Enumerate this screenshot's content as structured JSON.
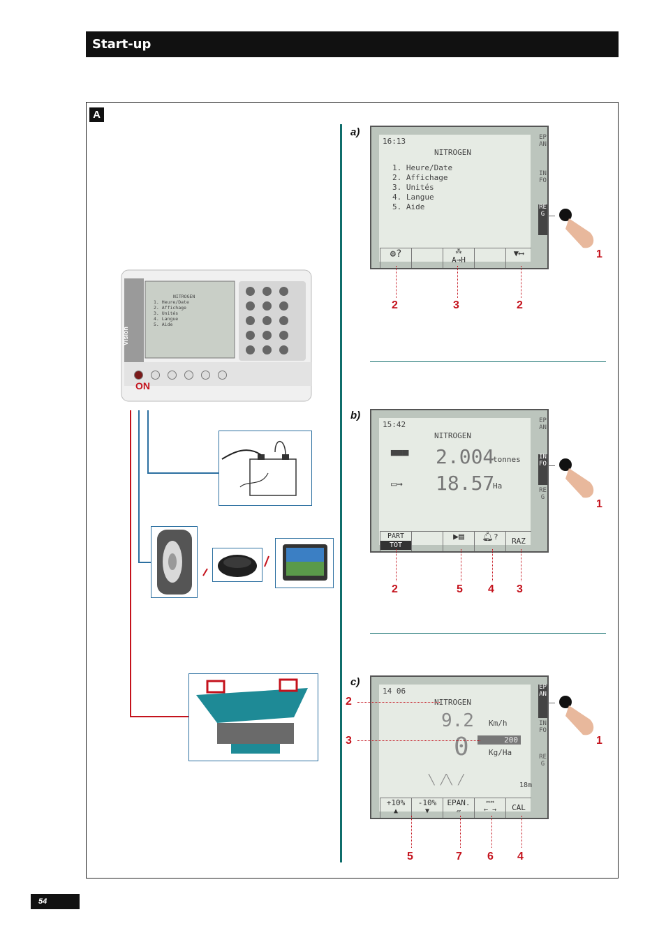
{
  "header": {
    "title": "Start-up"
  },
  "section_tag": "A",
  "console": {
    "brand": "Vision",
    "on_label": "ON",
    "screen_lines": [
      "NITROGEN",
      "1. Heure/Date",
      "2. Affichage",
      "3. Unités",
      "4. Langue",
      "5. Aide"
    ]
  },
  "panel_a": {
    "label": "a)",
    "time": "16:13",
    "title": "NITROGEN",
    "menu": [
      "1. Heure/Date",
      "2. Affichage",
      "3. Unités",
      "4. Langue",
      "5. Aide"
    ],
    "tab_epan": "EPAN",
    "tab_info": "INFO",
    "tab_reg": "REG",
    "softkey_3": "A→H",
    "callouts": {
      "finger": "1",
      "k1": "2",
      "k3": "3",
      "k5": "2"
    }
  },
  "panel_b": {
    "label": "b)",
    "time": "15:42",
    "title": "NITROGEN",
    "value1": "2.004",
    "unit1": "tonnes",
    "value2": "18.57",
    "unit2": "Ha",
    "tab_epan": "EPAN",
    "tab_info": "INFO",
    "tab_reg": "REG",
    "soft_part": "PART",
    "soft_tot": "TOT",
    "soft_raz": "RAZ",
    "soft_alarm_q": "?",
    "callouts": {
      "finger": "1",
      "k1": "2",
      "k3": "5",
      "k4": "4",
      "k5": "3"
    }
  },
  "panel_c": {
    "label": "c)",
    "time": "14 06",
    "title": "NITROGEN",
    "speed": "9.2",
    "speed_unit": "Km/h",
    "rate": "0",
    "target": "200",
    "rate_unit": "Kg/Ha",
    "width": "18m",
    "tab_epan": "EPAN",
    "tab_info": "INFO",
    "tab_reg": "REG",
    "soft_plus": "+10%",
    "soft_minus": "-10%",
    "soft_epan": "EPAN.",
    "soft_cal": "CAL",
    "callouts": {
      "finger": "1",
      "title": "2",
      "target": "3",
      "k1": "5",
      "k3": "7",
      "k4": "6",
      "k5": "4"
    }
  },
  "footer": {
    "page": "54"
  },
  "colors": {
    "accent": "#0f6d6b",
    "callout": "#c4121c",
    "header": "#111111"
  }
}
